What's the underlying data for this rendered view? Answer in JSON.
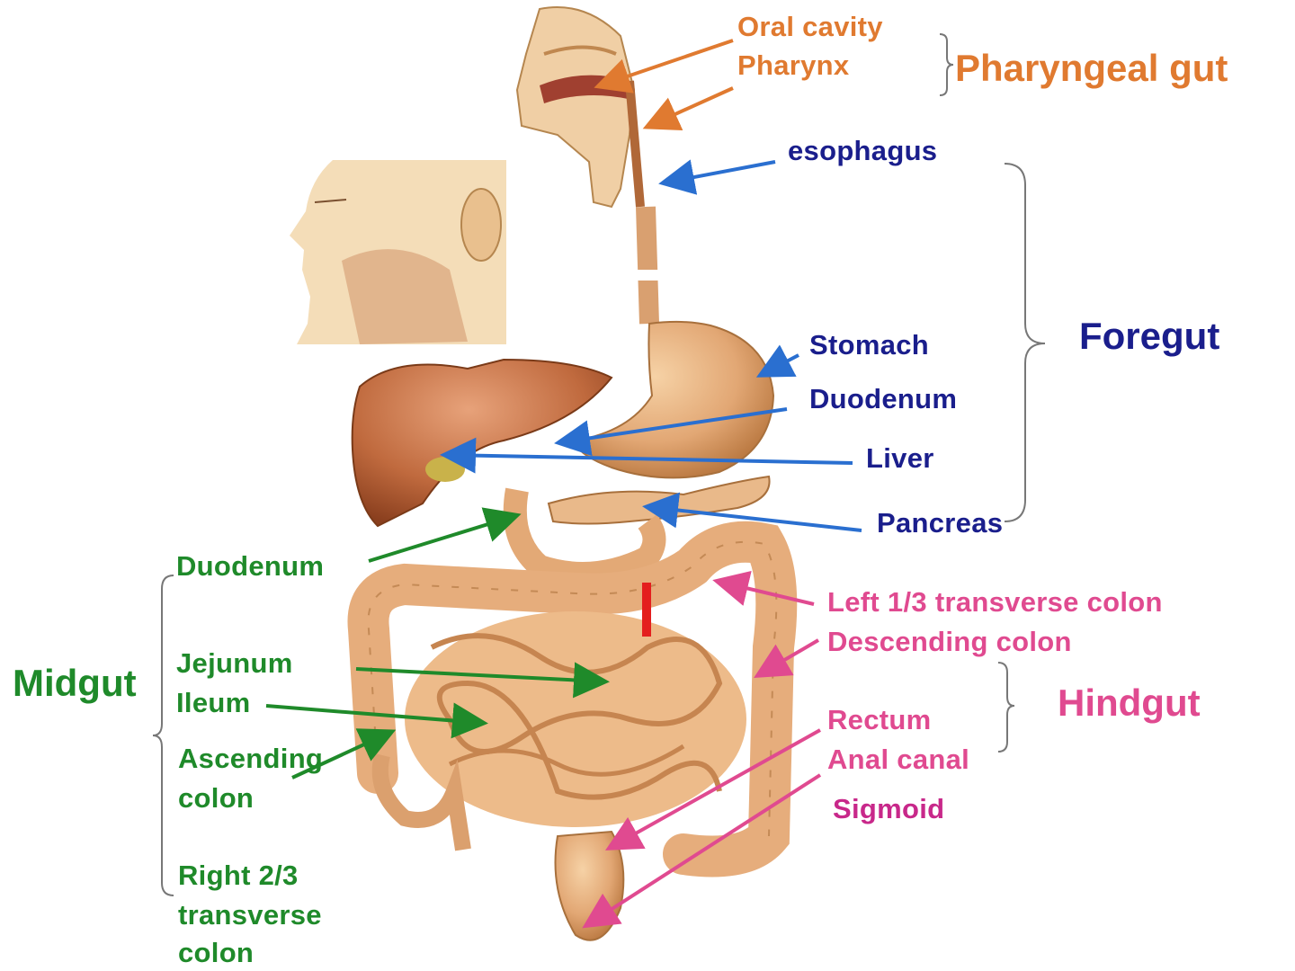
{
  "labels": {
    "oral_cavity": "Oral cavity",
    "pharynx": "Pharynx",
    "pharyngeal_gut": "Pharyngeal gut",
    "esophagus": "esophagus",
    "stomach": "Stomach",
    "duodenum_fore": "Duodenum",
    "liver": "Liver",
    "pancreas": "Pancreas",
    "foregut": "Foregut",
    "duodenum_mid": "Duodenum",
    "jejunum": "Jejunum",
    "ileum": "Ileum",
    "ascending_1": "Ascending",
    "ascending_2": "colon",
    "right_transverse_1": "Right 2/3",
    "right_transverse_2": "transverse",
    "right_transverse_3": "colon",
    "midgut": "Midgut",
    "left_transverse": "Left 1/3 transverse colon",
    "descending": "Descending colon",
    "rectum": "Rectum",
    "anal_canal": "Anal canal",
    "sigmoid": "Sigmoid",
    "hindgut": "Hindgut"
  },
  "colors": {
    "pharyngeal": "#e07a30",
    "foregut": "#1a1e8c",
    "foregut_arrow": "#2a6fd0",
    "midgut": "#1f8a2a",
    "hindgut": "#e04a90",
    "boundary_marker": "#e41e1e"
  }
}
